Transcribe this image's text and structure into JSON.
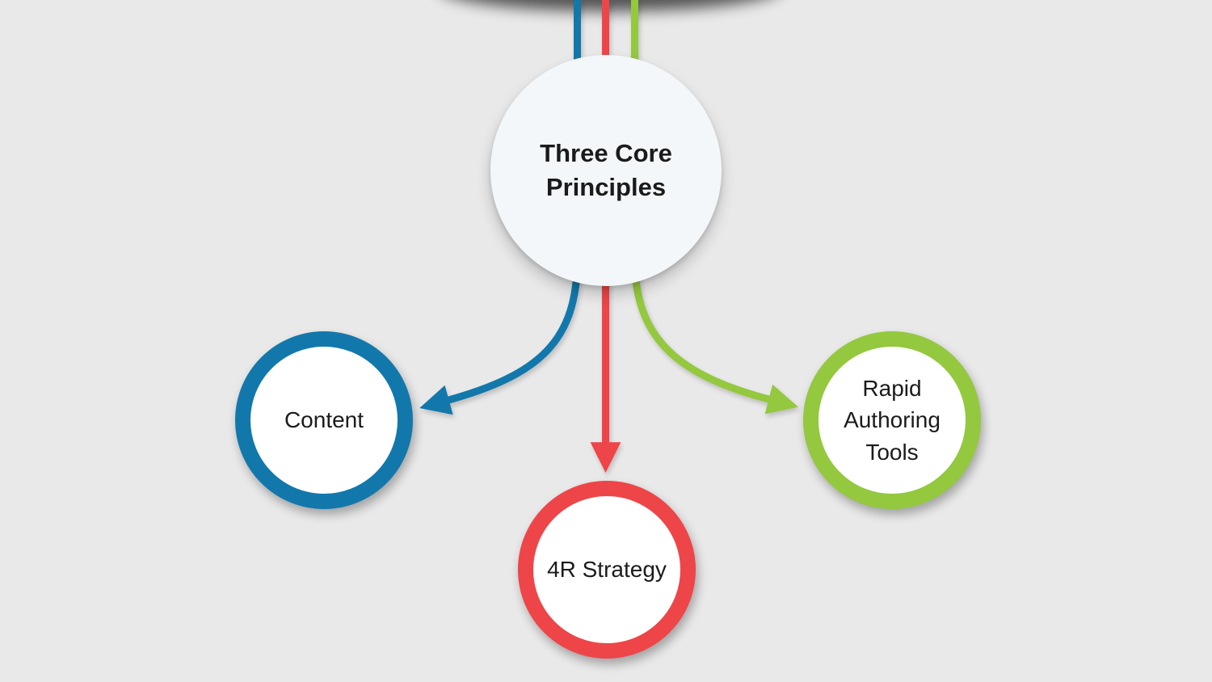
{
  "background_color": "#e9e9e9",
  "top_shape_color": "#2e2e2e",
  "text_color": "#1b1b1b",
  "center_node": {
    "label": "Three Core Principles",
    "fill": "#f4f7f9"
  },
  "nodes": [
    {
      "id": "content",
      "label": "Content",
      "color": "#1278ab"
    },
    {
      "id": "4r-strategy",
      "label": "4R Strategy",
      "color": "#ee4549"
    },
    {
      "id": "rapid-authoring-tools",
      "label": "Rapid Authoring Tools",
      "color": "#94c83e"
    }
  ]
}
